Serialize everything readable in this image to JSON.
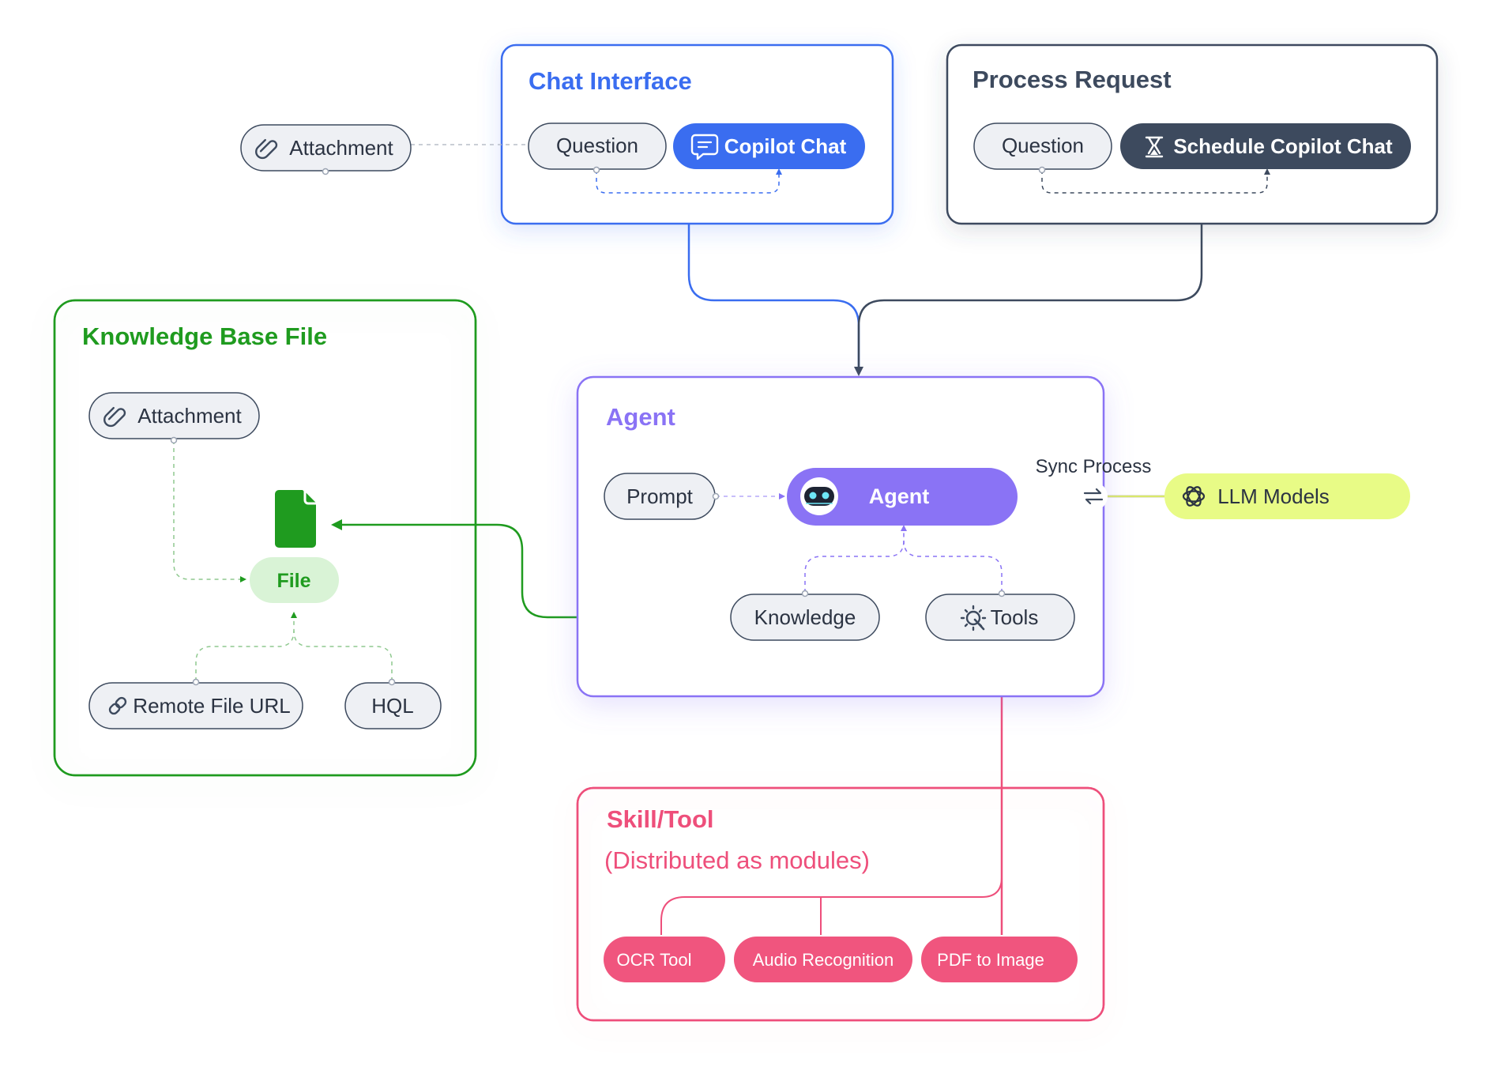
{
  "chat_interface": {
    "title": "Chat Interface",
    "question": "Question",
    "copilot_chat": "Copilot Chat"
  },
  "process_request": {
    "title": "Process Request",
    "question": "Question",
    "schedule_copilot_chat": "Schedule Copilot Chat"
  },
  "external_attachment": "Attachment",
  "knowledge_base": {
    "title": "Knowledge Base File",
    "attachment": "Attachment",
    "file": "File",
    "remote_file_url": "Remote File URL",
    "hql": "HQL"
  },
  "agent_box": {
    "title": "Agent",
    "prompt": "Prompt",
    "agent": "Agent",
    "knowledge": "Knowledge",
    "tools": "Tools"
  },
  "sync_process": "Sync Process",
  "llm_models": "LLM Models",
  "skill_tool": {
    "title": "Skill/Tool",
    "subtitle": "(Distributed as modules)",
    "modules": [
      "OCR Tool",
      "Audio Recognition",
      "PDF to Image"
    ]
  },
  "colors": {
    "chat_blue": "#3a6df0",
    "process_slate": "#3d4a5e",
    "knowledge_green": "#1f9b1f",
    "agent_purple": "#8a73f5",
    "skill_pink": "#ee4f7b",
    "llm_yellow": "#e8fb86"
  }
}
